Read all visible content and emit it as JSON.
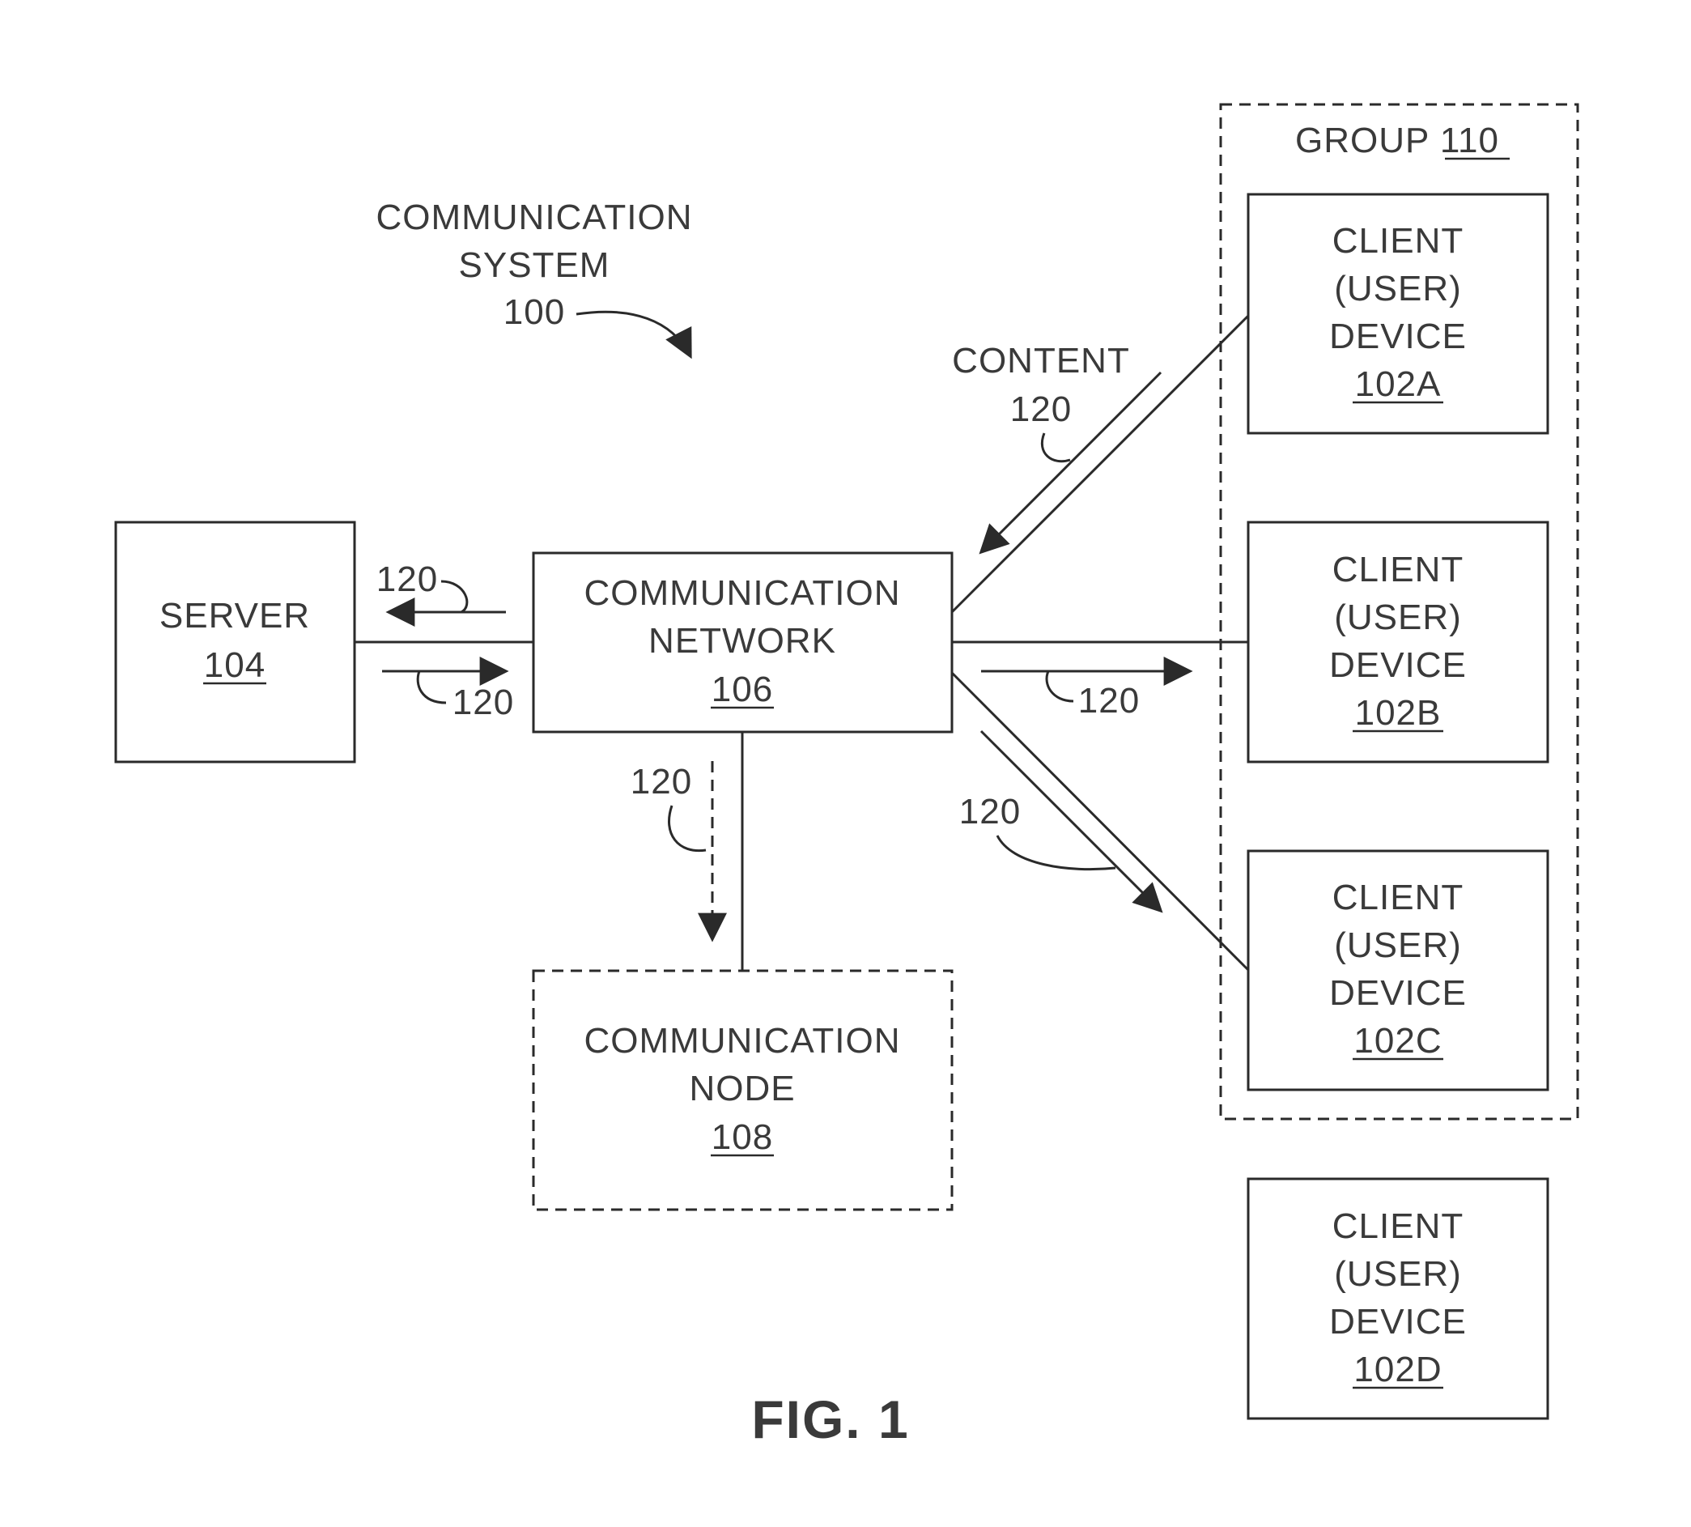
{
  "figure_label": "FIG. 1",
  "system": {
    "line1": "COMMUNICATION",
    "line2": "SYSTEM",
    "ref": "100"
  },
  "server": {
    "label": "SERVER",
    "ref": "104"
  },
  "network": {
    "line1": "COMMUNICATION",
    "line2": "NETWORK",
    "ref": "106"
  },
  "node": {
    "line1": "COMMUNICATION",
    "line2": "NODE",
    "ref": "108"
  },
  "group": {
    "label": "GROUP",
    "ref": "110"
  },
  "content": {
    "label": "CONTENT",
    "ref": "120"
  },
  "content_ref": "120",
  "devices": [
    {
      "line1": "CLIENT",
      "line2": "(USER)",
      "line3": "DEVICE",
      "ref": "102A"
    },
    {
      "line1": "CLIENT",
      "line2": "(USER)",
      "line3": "DEVICE",
      "ref": "102B"
    },
    {
      "line1": "CLIENT",
      "line2": "(USER)",
      "line3": "DEVICE",
      "ref": "102C"
    },
    {
      "line1": "CLIENT",
      "line2": "(USER)",
      "line3": "DEVICE",
      "ref": "102D"
    }
  ]
}
